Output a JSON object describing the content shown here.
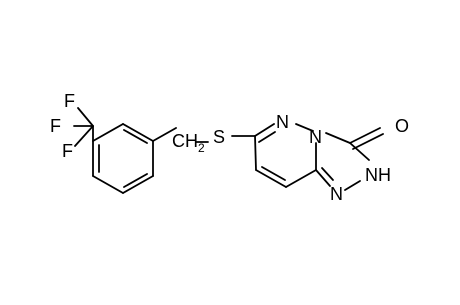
{
  "molecule": {
    "atom_labels": {
      "f_top": "F",
      "f_mid": "F",
      "f_bot": "F",
      "ch2": "CH",
      "ch2_subscript": "2",
      "sulfur": "S",
      "n_pyridazine": "N",
      "n_bridge": "N",
      "oxygen": "O",
      "nh": "NH",
      "n_triazole": "N"
    }
  }
}
